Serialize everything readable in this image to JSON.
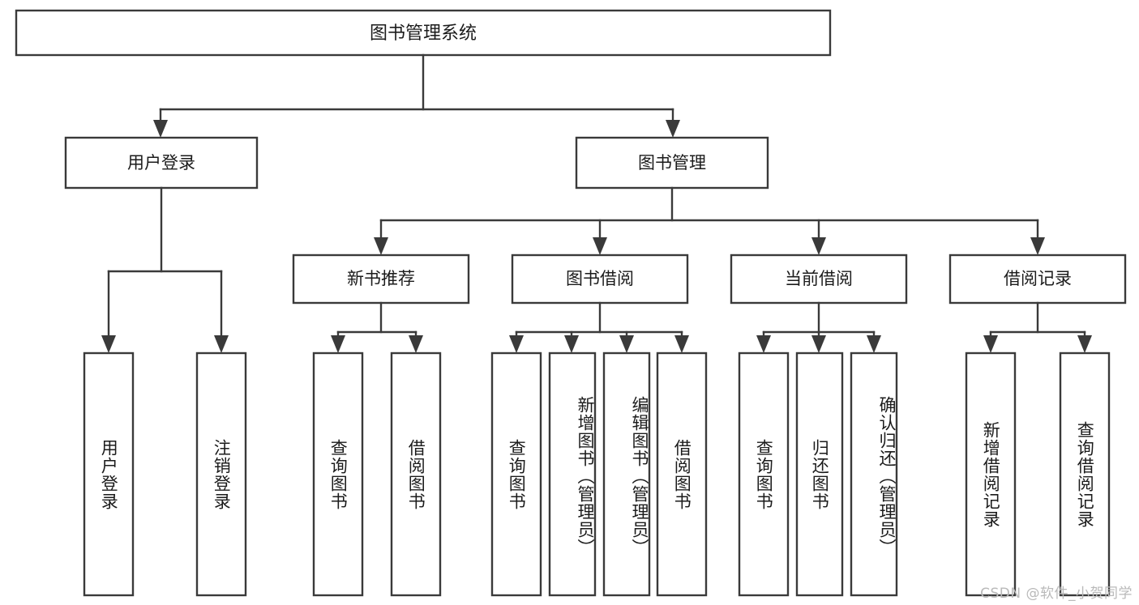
{
  "diagram": {
    "title": "图书管理系统",
    "type": "tree-hierarchy-chart",
    "orientation": "top-down",
    "colors": {
      "box_fill": "#ffffff",
      "box_stroke": "#3a3a3a",
      "text": "#1b1b1b",
      "background": "#ffffff",
      "watermark": "#b9b9b9"
    },
    "root": {
      "label": "图书管理系统"
    },
    "level2": [
      {
        "label": "用户登录"
      },
      {
        "label": "图书管理"
      }
    ],
    "level3": [
      {
        "label": "新书推荐"
      },
      {
        "label": "图书借阅"
      },
      {
        "label": "当前借阅"
      },
      {
        "label": "借阅记录"
      }
    ],
    "leaves": {
      "user_login": [
        {
          "label": "用户登录"
        },
        {
          "label": "注销登录"
        }
      ],
      "new_book_recommend": [
        {
          "label": "查询图书"
        },
        {
          "label": "借阅图书"
        }
      ],
      "book_borrow": [
        {
          "label": "查询图书"
        },
        {
          "label": "新增图书（管理员）"
        },
        {
          "label": "编辑图书（管理员）"
        },
        {
          "label": "借阅图书"
        }
      ],
      "current_borrow": [
        {
          "label": "查询图书"
        },
        {
          "label": "归还图书"
        },
        {
          "label": "确认归还（管理员）"
        }
      ],
      "borrow_record": [
        {
          "label": "新增借阅记录"
        },
        {
          "label": "查询借阅记录"
        }
      ]
    }
  },
  "watermark": {
    "text": "CSDN @软件_小贺同学"
  }
}
